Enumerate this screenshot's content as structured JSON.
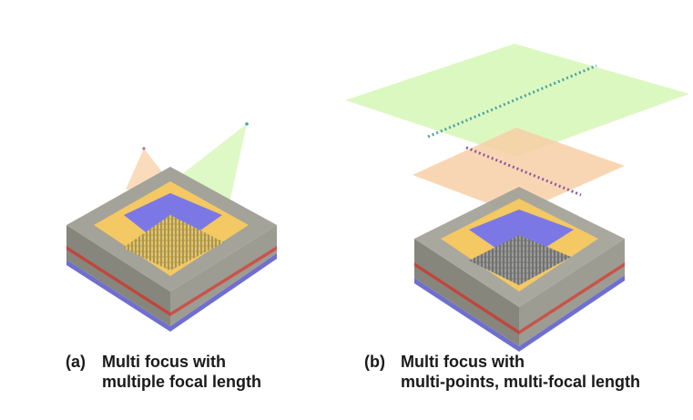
{
  "panels": [
    {
      "label": "(a)",
      "caption_line1": "Multi focus with",
      "caption_line2": "multiple focal length"
    },
    {
      "label": "(b)",
      "caption_line1": "Multi focus with",
      "caption_line2": "multi-points, multi-focal length"
    }
  ],
  "colors": {
    "device_body": "#8f8f85",
    "device_top": "#a3a39a",
    "gold_ring": "#f4c862",
    "blue_square": "#7b78e6",
    "metasurface": "#c9a94a",
    "red_layer": "#c0463c",
    "blue_base": "#6f6fcf",
    "focal_plane_green": "#d6f7b6",
    "focal_plane_orange": "#f8cfa6",
    "focal_line_teal": "#4aa3a0",
    "focal_line_purple": "#8a5ca0"
  }
}
